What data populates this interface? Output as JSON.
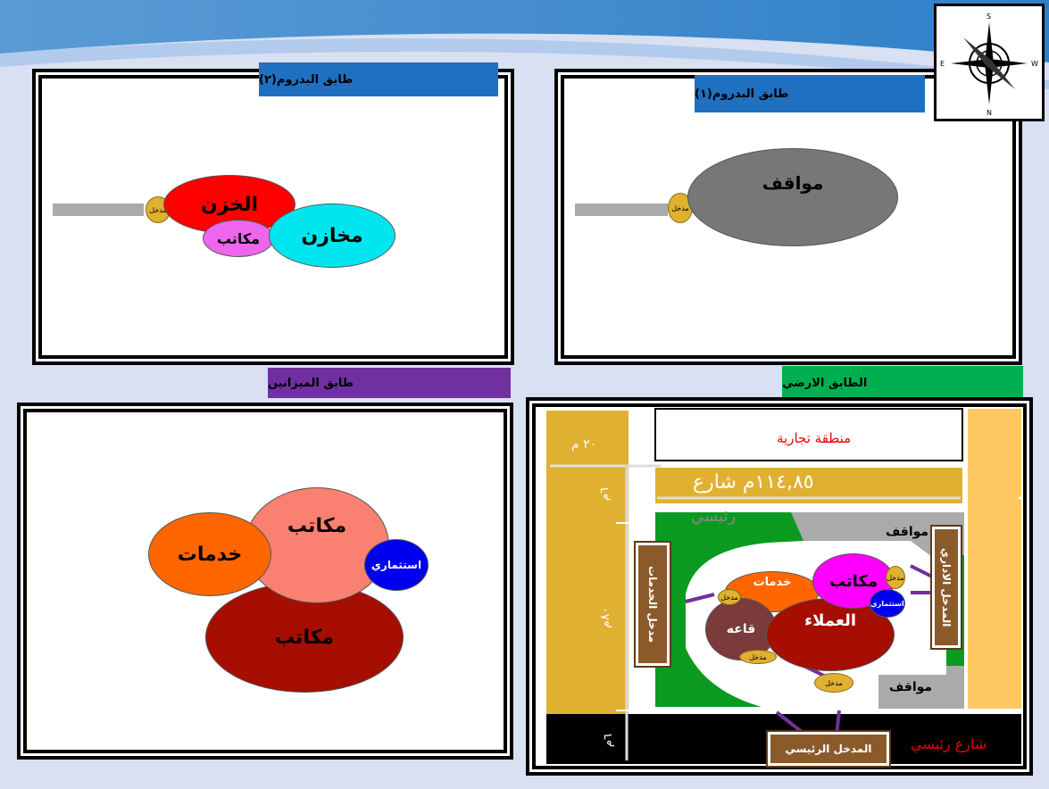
{
  "panels": {
    "basement2": {
      "title": "طابق البدروم(٢)",
      "title_color": "#1f70c1",
      "storage": "الخزن",
      "stores": "مخازن",
      "offices": "مكاتب",
      "entry": "مدخل"
    },
    "basement1": {
      "title": "طابق البدروم(١)",
      "title_color": "#1f70c1",
      "parking": "مواقف",
      "entry": "مدخل"
    },
    "mezzanine": {
      "title": "طابق الميزانين",
      "title_color": "#7030a0",
      "offices_top": "مكاتب",
      "services": "خدمات",
      "investment": "استثماري",
      "offices_bottom": "مكاتب"
    },
    "ground": {
      "title": "الطابق الارضي",
      "title_color": "#00b050",
      "commercial_zone": "منطقة تجارية",
      "dim_20": "٢٠ م",
      "street_length": "١١٤,٨٥م شارع",
      "street_main_top": "رئيسي",
      "dim_small_top": "٦م",
      "dim_80": "٨٠م",
      "dim_small_bottom": "٦م",
      "parking_top": "مواقف",
      "parking_bottom": "مواقف",
      "offices": "مكاتب",
      "services": "خدمات",
      "hall": "قاعه",
      "clients": "العملاء",
      "investment": "استثماري",
      "entry": "مدخل",
      "admin_entry": "المدخل الاداري",
      "service_entry": "مدخل الخدمات",
      "main_entry": "المدخل الرئيسي",
      "main_street_bottom": "شارع رئيسي"
    }
  },
  "compass": {
    "n": "N",
    "s": "S",
    "e": "E",
    "w": "W"
  }
}
